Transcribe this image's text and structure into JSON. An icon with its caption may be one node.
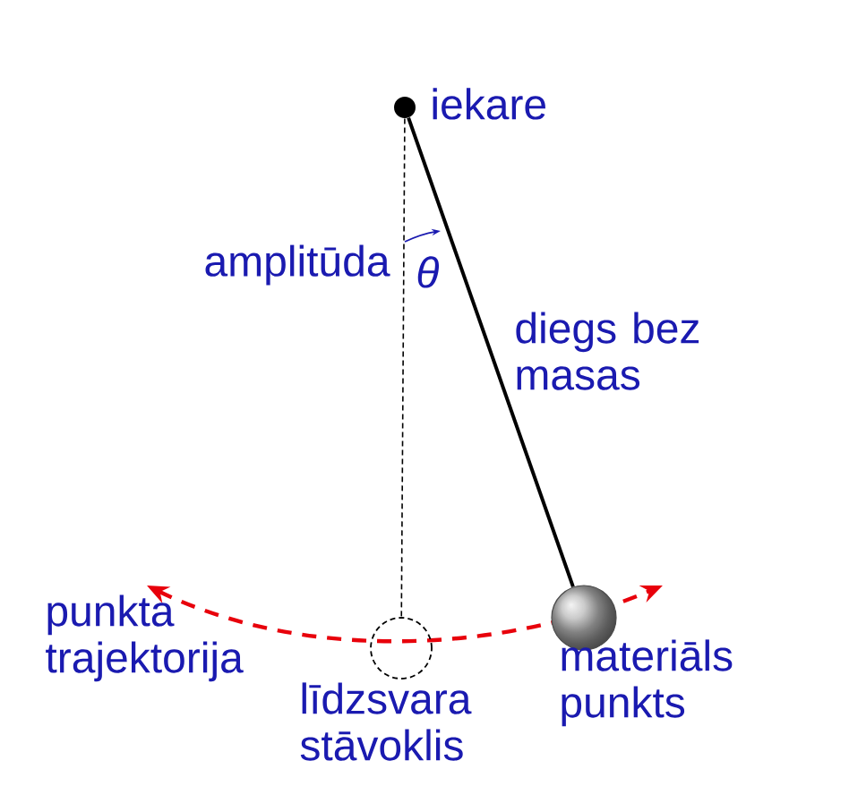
{
  "diagram": {
    "nodes": [
      {
        "text": [],
        "shape": "circle",
        "beside": [
          "iekare"
        ]
      },
      {
        "text": [],
        "shape": "circle",
        "beside": [
          "līdzsvara stāvoklis"
        ]
      },
      {
        "text": [],
        "shape": "circle",
        "beside": [
          "materiāls punkts"
        ]
      }
    ],
    "edges": [
      {
        "from": 0,
        "to": 2,
        "arrow": "none",
        "label": "diegs bez masas"
      },
      {
        "from": 0,
        "to": 1,
        "arrow": "none",
        "style": "dashed"
      }
    ],
    "labels": [
      "amplitūda",
      "θ",
      "punkta trajektorija"
    ]
  }
}
